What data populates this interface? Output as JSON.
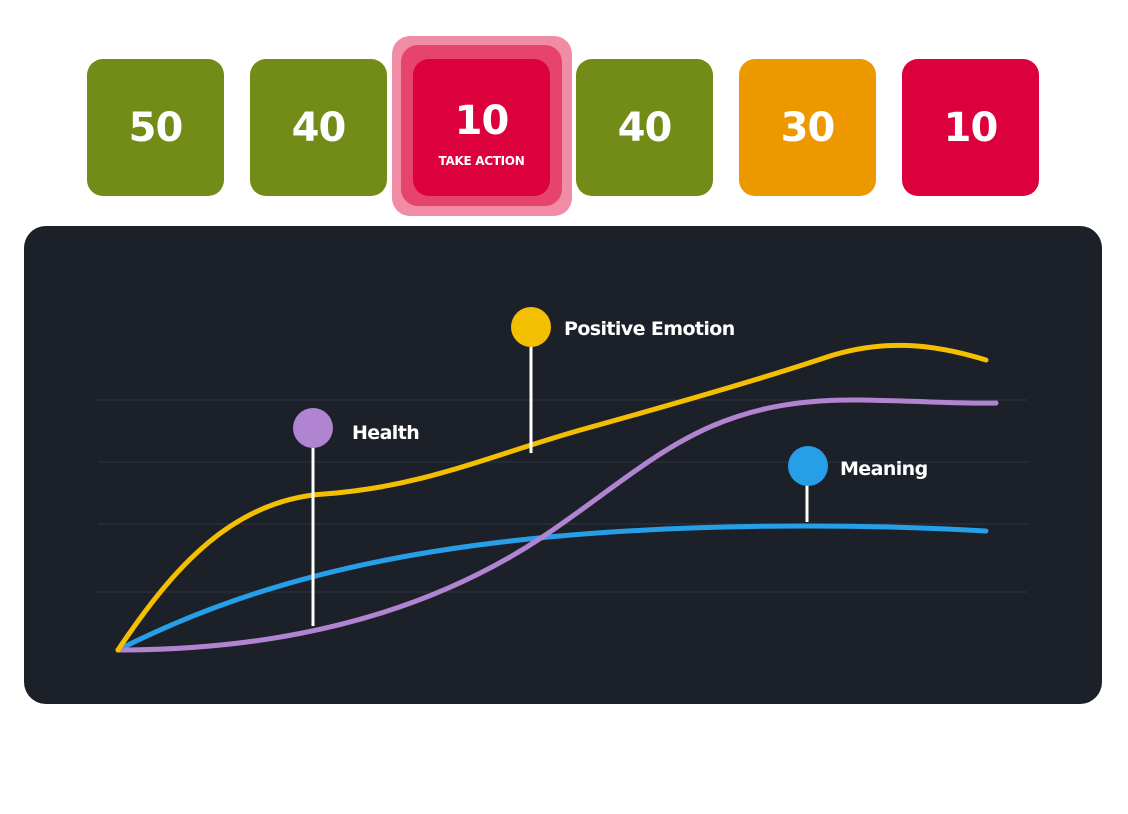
{
  "colors": {
    "green": "#738c17",
    "orange": "#ee9800",
    "red": "#dc003c",
    "halo_outer": "#f08ca5",
    "halo_inner": "#e6446c",
    "panel_bg": "#1c2129",
    "gridline": "#2e343d",
    "text_light": "#ffffff",
    "positive_emotion": "#f4bf00",
    "health": "#b184d1",
    "meaning": "#279fe8",
    "pin_line": "#ffffff"
  },
  "tiles": [
    {
      "value": "50",
      "color": "green"
    },
    {
      "value": "40",
      "color": "green"
    },
    {
      "value": "10",
      "color": "red",
      "selected": true,
      "action_label": "TAKE ACTION"
    },
    {
      "value": "40",
      "color": "green"
    },
    {
      "value": "30",
      "color": "orange"
    },
    {
      "value": "10",
      "color": "red"
    }
  ],
  "chart": {
    "gridlines": 4,
    "series": [
      {
        "key": "positive_emotion",
        "label": "Positive Emotion"
      },
      {
        "key": "health",
        "label": "Health"
      },
      {
        "key": "meaning",
        "label": "Meaning"
      }
    ]
  }
}
